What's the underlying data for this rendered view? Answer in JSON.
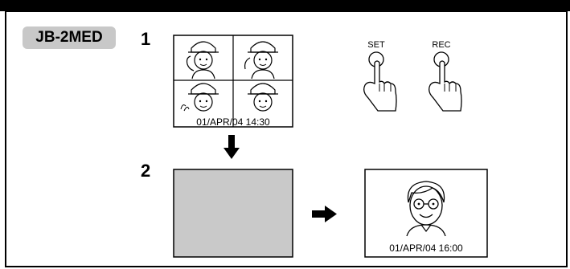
{
  "model": "JB-2MED",
  "steps": [
    "1",
    "2"
  ],
  "quad_view": {
    "timestamp": "01/APR/04 14:30"
  },
  "buttons": {
    "set_label": "SET",
    "rec_label": "REC"
  },
  "single_view": {
    "timestamp": "01/APR/04 16:00"
  },
  "icons": {
    "down_arrow": "arrow-down-icon",
    "right_arrow": "arrow-right-icon",
    "hand": "hand-pressing-icon",
    "person": "person-icon"
  }
}
